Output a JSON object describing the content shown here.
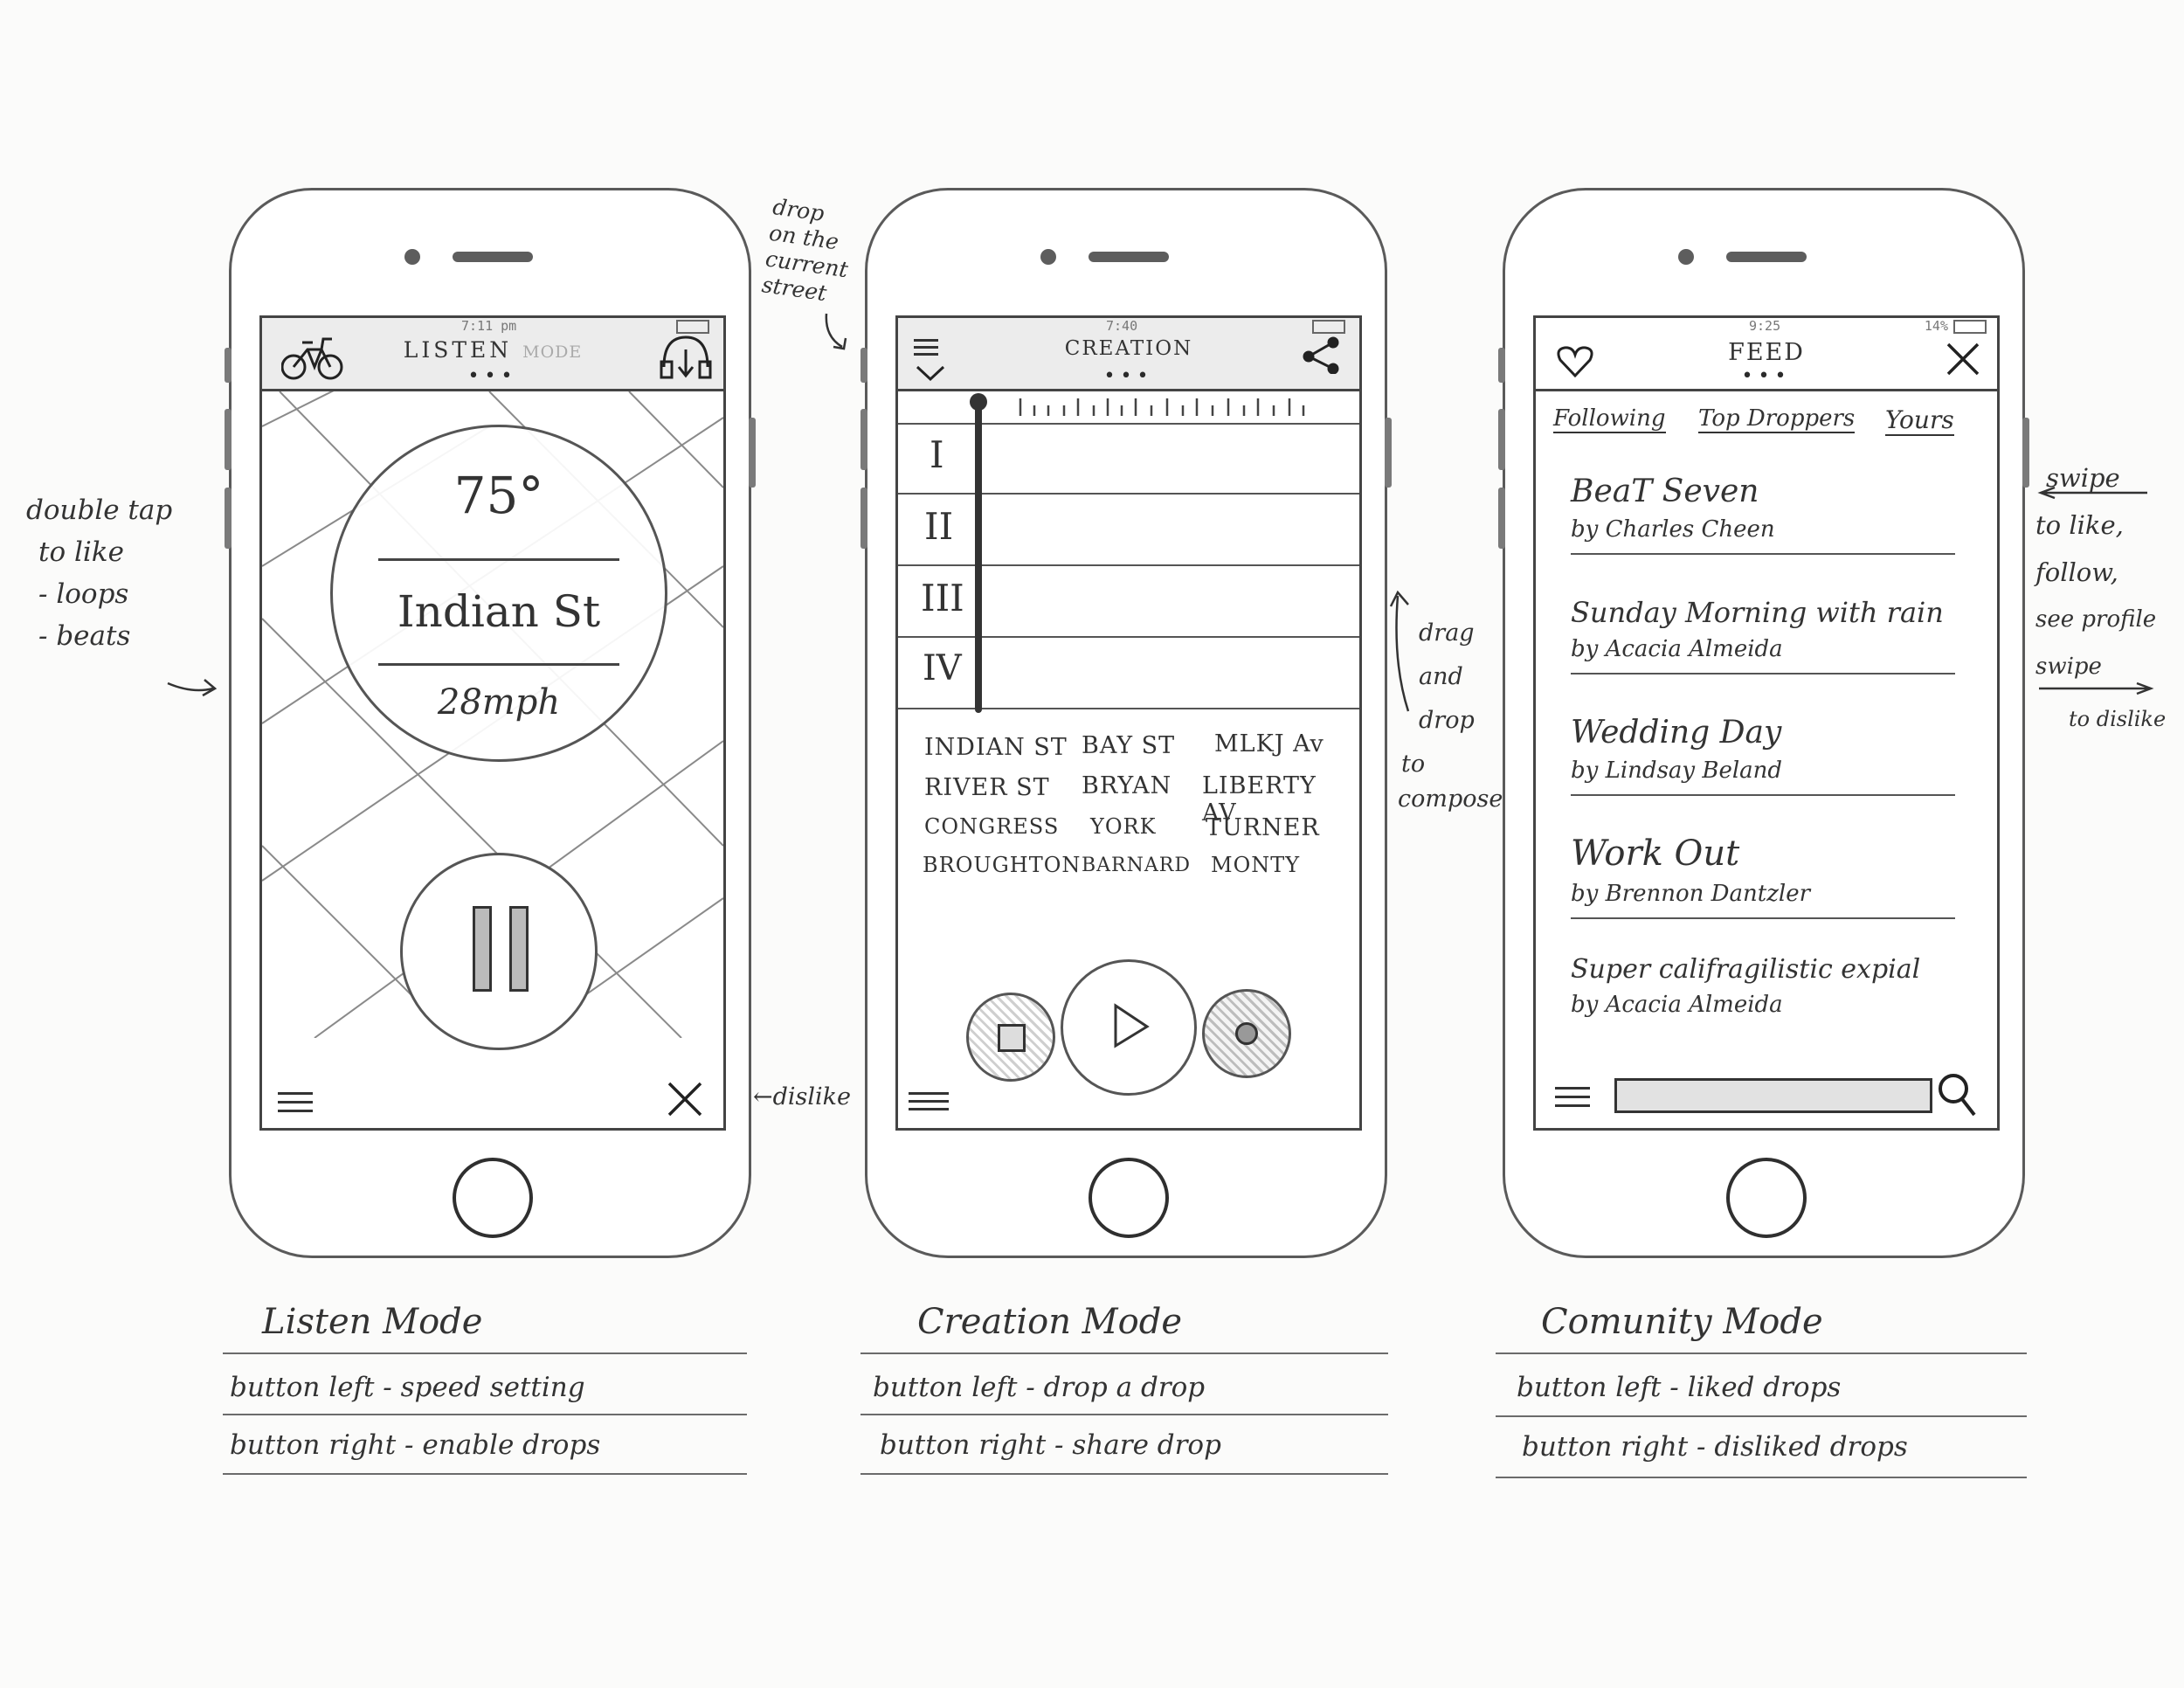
{
  "annotations": {
    "double_tap": [
      "double tap",
      "to like",
      "- loops",
      "- beats"
    ],
    "dislike": "dislike",
    "drop_street": [
      "drop",
      "on the",
      "current",
      "street"
    ],
    "drag_drop": [
      "drag",
      "and",
      "drop",
      "to",
      "compose"
    ],
    "swipe": [
      "swipe",
      "to like,",
      "follow,",
      "see profile",
      "swipe",
      "to dislike"
    ]
  },
  "listen": {
    "status_time": "7:11 pm",
    "title": "LISTEN",
    "title_suffix": "MODE",
    "temperature": "75°",
    "street": "Indian St",
    "speed": "28mph",
    "caption": "Listen Mode",
    "notes": [
      "button left - speed setting",
      "button right - enable drops"
    ]
  },
  "creation": {
    "status_time": "7:40",
    "title": "CREATION",
    "tracks": [
      "I",
      "II",
      "III",
      "IV"
    ],
    "streets": [
      [
        "INDIAN ST",
        "BAY ST",
        "MLKJ Av"
      ],
      [
        "RIVER ST",
        "BRYAN",
        "LIBERTY AV"
      ],
      [
        "CONGRESS",
        "YORK",
        "TURNER"
      ],
      [
        "BROUGHTON",
        "BARNARD",
        "MONTY"
      ]
    ],
    "caption": "Creation Mode",
    "notes": [
      "button left - drop a drop",
      "button right - share drop"
    ]
  },
  "community": {
    "status_time": "9:25",
    "battery": "14%",
    "title": "FEED",
    "tabs": [
      "Following",
      "Top Droppers",
      "Yours"
    ],
    "items": [
      {
        "title": "BeaT Seven",
        "by": "by Charles Cheen"
      },
      {
        "title": "Sunday Morning with rain",
        "by": "by Acacia Almeida"
      },
      {
        "title": "Wedding Day",
        "by": "by Lindsay Beland"
      },
      {
        "title": "Work Out",
        "by": "by Brennon Dantzler"
      },
      {
        "title": "Super califragilistic expial",
        "by": "by Acacia Almeida"
      }
    ],
    "caption": "Comunity Mode",
    "notes": [
      "button left - liked drops",
      "button right - disliked drops"
    ]
  }
}
